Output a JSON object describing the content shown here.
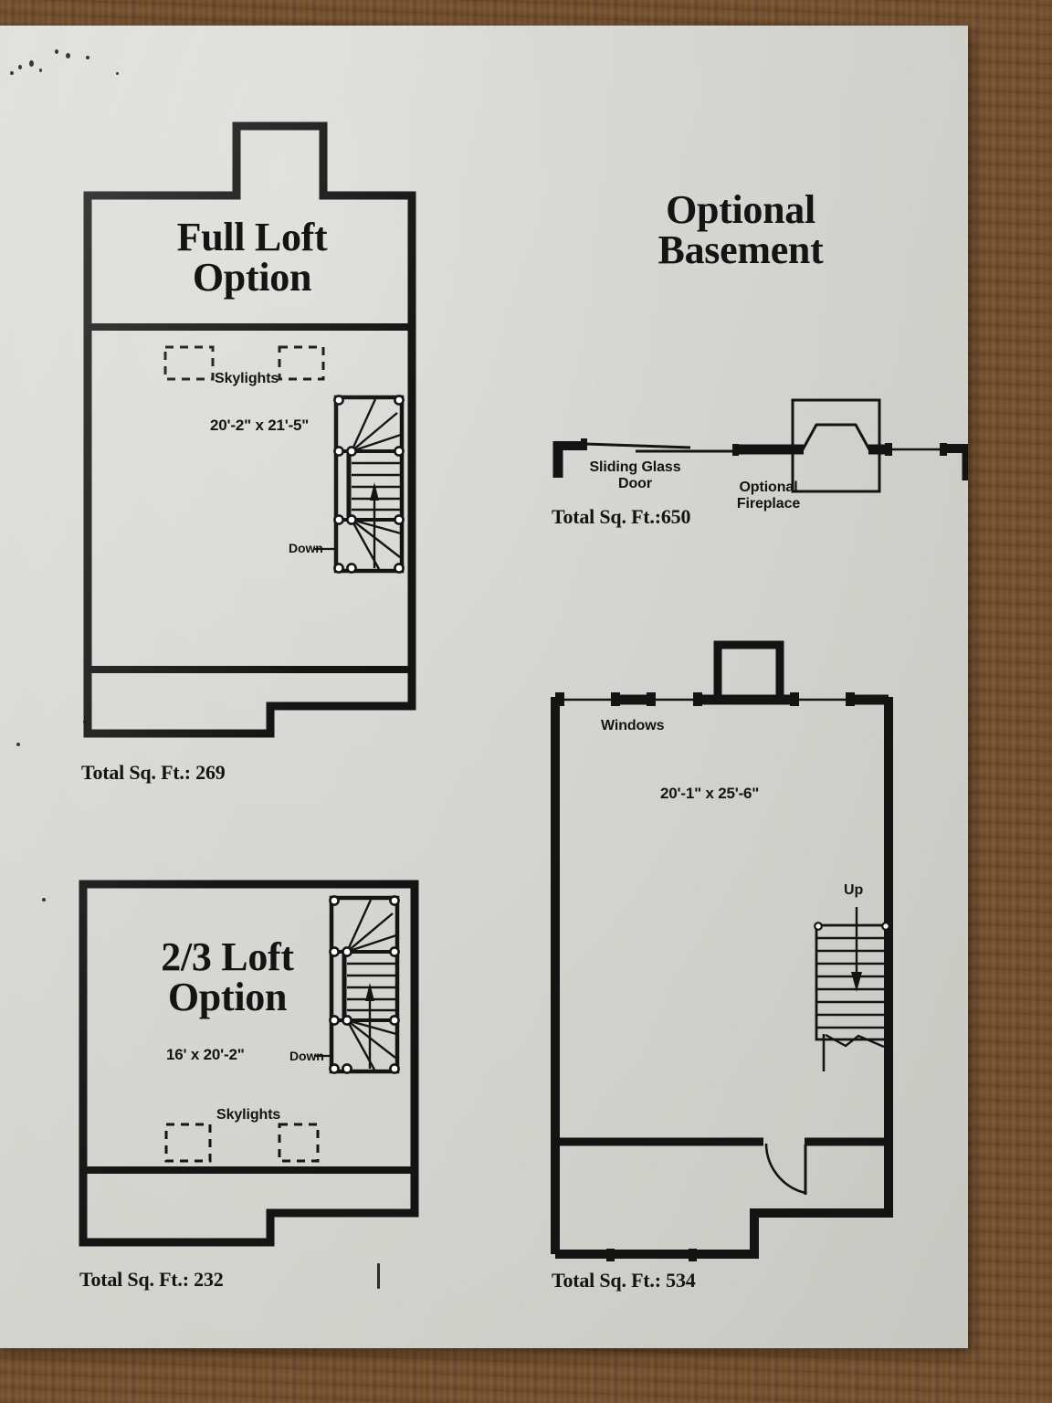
{
  "document": {
    "kind": "architectural-floor-plan-sheet",
    "medium": "photograph of printed paper on wood table"
  },
  "plans": [
    {
      "id": "full-loft",
      "title_line1": "Full Loft",
      "title_line2": "Option",
      "dimension": "20'-2\" x 21'-5\"",
      "skylights_label": "Skylights",
      "stair_label": "Down",
      "total_label": "Total Sq. Ft.: 269"
    },
    {
      "id": "two-thirds-loft",
      "title_line1": "2/3 Loft",
      "title_line2": "Option",
      "dimension": "16' x 20'-2\"",
      "skylights_label": "Skylights",
      "stair_label": "Down",
      "total_label": "Total Sq. Ft.: 232"
    },
    {
      "id": "optional-basement",
      "title_line1": "Optional",
      "title_line2": "Basement",
      "detail": {
        "sliding_door_label_line1": "Sliding Glass",
        "sliding_door_label_line2": "Door",
        "fireplace_label_line1": "Optional",
        "fireplace_label_line2": "Fireplace",
        "total_label": "Total Sq. Ft.:650"
      },
      "main": {
        "windows_label": "Windows",
        "dimension": "20'-1\" x 25'-6\"",
        "stair_label": "Up",
        "total_label": "Total Sq. Ft.: 534"
      }
    }
  ],
  "colors": {
    "ink": "#141414",
    "paper": "#d6d6d2",
    "wood": "#6d4a2a"
  }
}
